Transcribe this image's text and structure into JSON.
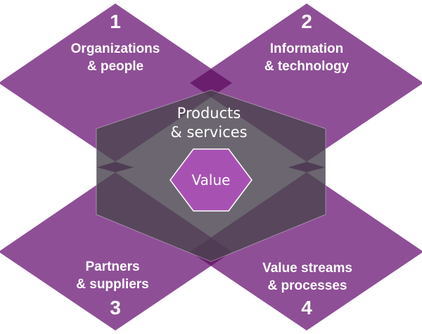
{
  "dimensions": [
    {
      "number": "1",
      "line1": "Organizations",
      "line2": "& people"
    },
    {
      "number": "2",
      "line1": "Information",
      "line2": "& technology"
    },
    {
      "number": "3",
      "line1": "Partners",
      "line2": "& suppliers"
    },
    {
      "number": "4",
      "line1": "Value streams",
      "line2": "& processes"
    }
  ],
  "center": {
    "line1": "Products",
    "line2": "& services"
  },
  "core": {
    "label": "Value"
  },
  "colors": {
    "dimension": "#8e4f96",
    "overlap": "#6a1e6d",
    "hexagon": "#4b444f",
    "core": "#a752b3"
  }
}
